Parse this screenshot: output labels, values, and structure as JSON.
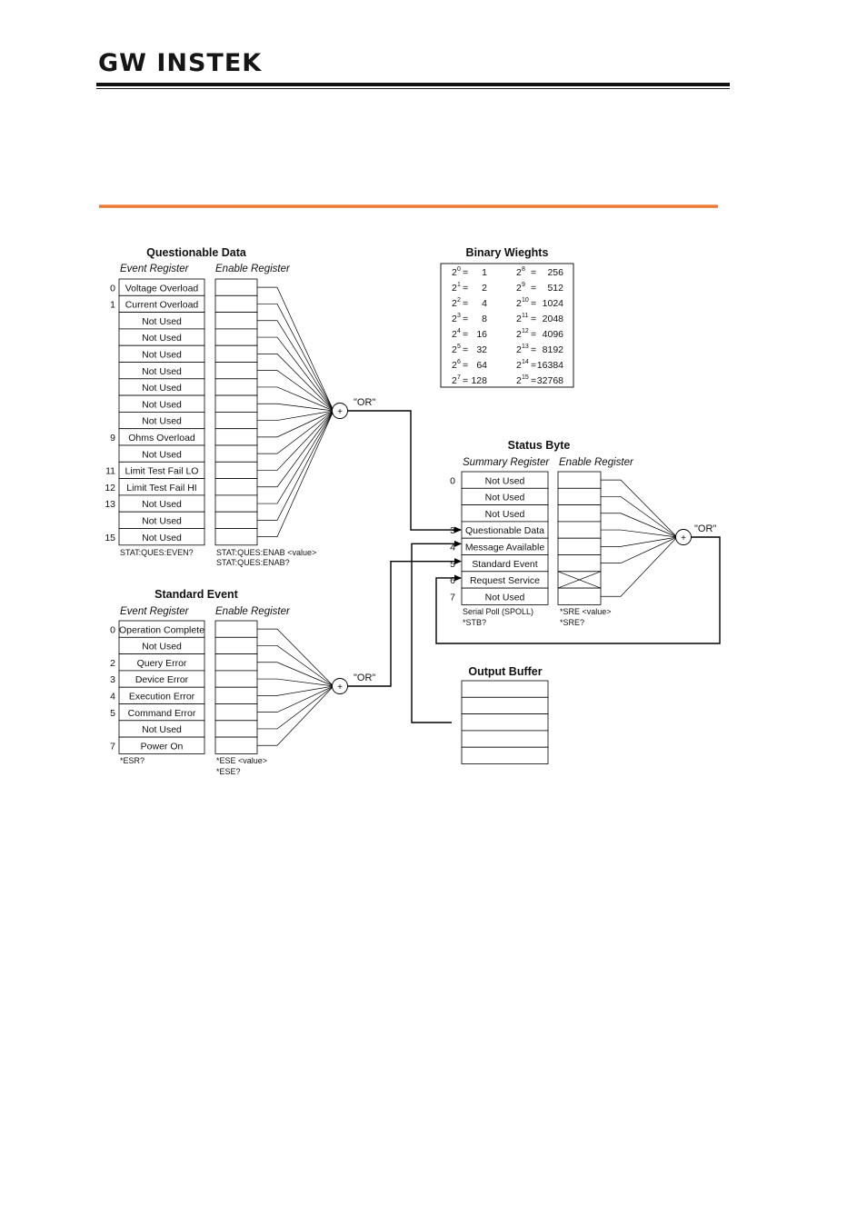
{
  "header": {
    "logo_text": "GW INSTEK"
  },
  "colors": {
    "accent_rule": "#e9691e",
    "line": "#000000"
  },
  "questionable": {
    "title": "Questionable Data",
    "event_header": "Event Register",
    "enable_header": "Enable Register",
    "bits": [
      "0",
      "1",
      "",
      "",
      "",
      "",
      "",
      "",
      "",
      "9",
      "",
      "11",
      "12",
      "13",
      "",
      "15"
    ],
    "labels": [
      "Voltage Overload",
      "Current Overload",
      "Not Used",
      "Not Used",
      "Not Used",
      "Not Used",
      "Not Used",
      "Not Used",
      "Not Used",
      "Ohms Overload",
      "Not Used",
      "Limit Test Fail LO",
      "Limit Test Fail HI",
      "Not Used",
      "Not Used",
      "Not Used"
    ],
    "event_cmd": "STAT:QUES:EVEN?",
    "enable_cmd_1": "STAT:QUES:ENAB <value>",
    "enable_cmd_2": "STAT:QUES:ENAB?",
    "or_label": "\"OR\"",
    "sum_symbol": "+"
  },
  "standard": {
    "title": "Standard Event",
    "event_header": "Event Register",
    "enable_header": "Enable Register",
    "bits": [
      "0",
      "",
      "2",
      "3",
      "4",
      "5",
      "",
      "7"
    ],
    "labels": [
      "Operation Complete",
      "Not Used",
      "Query Error",
      "Device Error",
      "Execution Error",
      "Command Error",
      "Not Used",
      "Power On"
    ],
    "event_cmd": "*ESR?",
    "enable_cmd_1": "*ESE <value>",
    "enable_cmd_2": "*ESE?",
    "or_label": "\"OR\"",
    "sum_symbol": "+"
  },
  "binary": {
    "title": "Binary Wieghts",
    "left_exp": [
      "0",
      "1",
      "2",
      "3",
      "4",
      "5",
      "6",
      "7"
    ],
    "left_val": [
      "1",
      "2",
      "4",
      "8",
      "16",
      "32",
      "64",
      "128"
    ],
    "right_exp": [
      "8",
      "9",
      "10",
      "11",
      "12",
      "13",
      "14",
      "15"
    ],
    "right_val": [
      "256",
      "512",
      "1024",
      "2048",
      "4096",
      "8192",
      "16384",
      "32768"
    ],
    "base": "2",
    "eq_left": [
      "=",
      "=",
      "=",
      "=",
      "=",
      "=",
      "=",
      "="
    ],
    "eq_right": [
      "=",
      "=",
      "=",
      "=",
      "=",
      "=",
      "=",
      "="
    ]
  },
  "status": {
    "title": "Status Byte",
    "summary_header": "Summary Register",
    "enable_header": "Enable Register",
    "bits": [
      "0",
      "",
      "",
      "3",
      "4",
      "5",
      "6",
      "7"
    ],
    "labels": [
      "Not Used",
      "Not Used",
      "Not Used",
      "Questionable Data",
      "Message Available",
      "Standard Event",
      "Request Service",
      "Not Used"
    ],
    "summary_cmd_1": "Serial Poll (SPOLL)",
    "summary_cmd_2": "*STB?",
    "enable_cmd_1": "*SRE <value>",
    "enable_cmd_2": "*SRE?",
    "or_label": "\"OR\"",
    "sum_symbol": "+"
  },
  "output": {
    "title": "Output Buffer",
    "rows": 5
  }
}
